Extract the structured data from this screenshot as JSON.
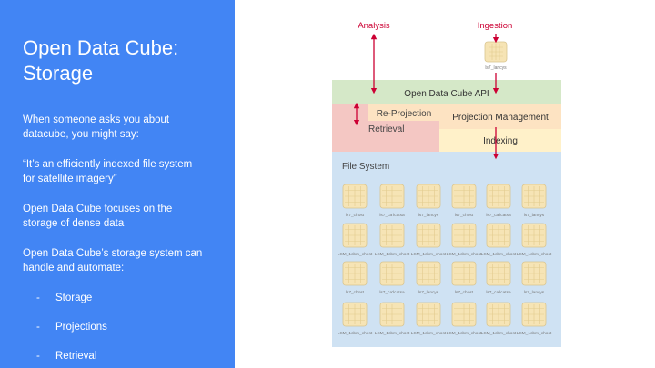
{
  "slide": {
    "title_line1": "Open Data Cube:",
    "title_line2": "Storage",
    "para1_line1": "When someone asks you about",
    "para1_line2": "datacube, you might say:",
    "para2_line1": "“It’s an efficiently indexed file system",
    "para2_line2": "for satellite imagery”",
    "para3_line1": "Open Data Cube focuses on the",
    "para3_line2": "storage of dense data",
    "para4_line1": "Open Data Cube’s storage system can",
    "para4_line2": "handle and automate:",
    "bullet_marker": "-",
    "bullets": [
      "Storage",
      "Projections",
      "Retrieval"
    ]
  },
  "diagram": {
    "analysis_label": "Analysis",
    "ingestion_label": "Ingestion",
    "ingestion_file_label": "ls7_lancys",
    "api_label": "Open Data Cube API",
    "reprojection_label": "Re-Projection",
    "retrieval_label": "Retrieval",
    "projection_mgmt_label": "Projection Management",
    "indexing_label": "Indexing",
    "filesystem_label": "File System",
    "file_rows": [
      [
        "ls7_chost",
        "ls7_ca'lcatsa",
        "ls7_lancys",
        "ls7_chost",
        "ls7_ca'lcatsa",
        "ls7_lancys"
      ],
      [
        "LSM_1cbm_chost",
        "LSM_1cbm_chost",
        "LSM_1cbm_chost",
        "LSM_1cbm_chost",
        "LSM_1cbm_chost",
        "LSM_1cbm_chost"
      ],
      [
        "ls7_chost",
        "ls7_ca'lcatsa",
        "ls7_lancys",
        "ls7_chost",
        "ls7_ca'lcatsa",
        "ls7_lancys"
      ],
      [
        "LSM_1cbm_chost",
        "LSM_1cbm_chost",
        "LSM_1cbm_chost",
        "LSM_1cbm_chost",
        "LSM_1cbm_chost",
        "LSM_1cbm_chost"
      ]
    ],
    "colors": {
      "panel_blue": "#4285f4",
      "api_green": "#d5e8c8",
      "retrieval_red": "#f4c7c3",
      "projection_orange": "#fde3c2",
      "filesystem_blue": "#cfe2f3",
      "arrow_red": "#cc0033",
      "label_red": "#cc0033",
      "cube_tan": "#f6e4b5"
    }
  }
}
